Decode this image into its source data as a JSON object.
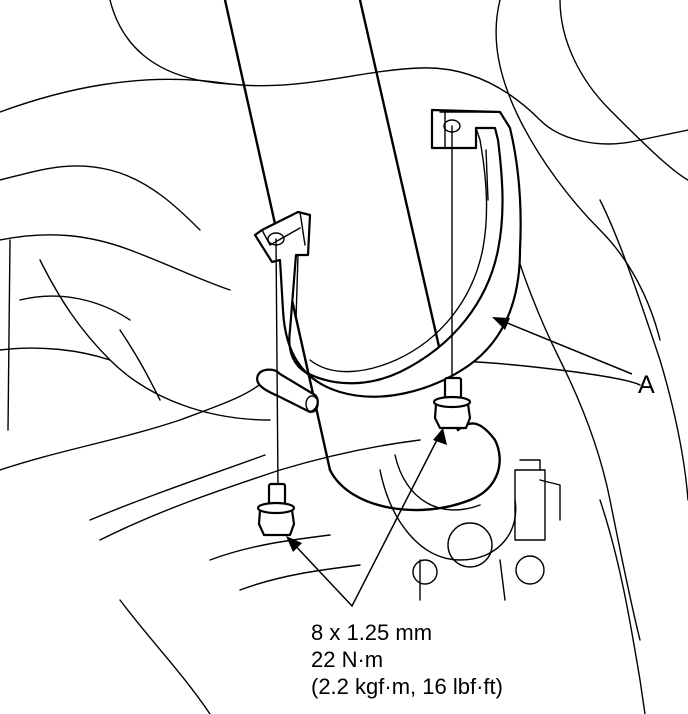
{
  "part_label": "A",
  "bolt_spec": {
    "size": "8 x 1.25 mm",
    "torque_nm": "22 N·m",
    "torque_alt": "(2.2 kgf·m, 16 lbf·ft)"
  }
}
